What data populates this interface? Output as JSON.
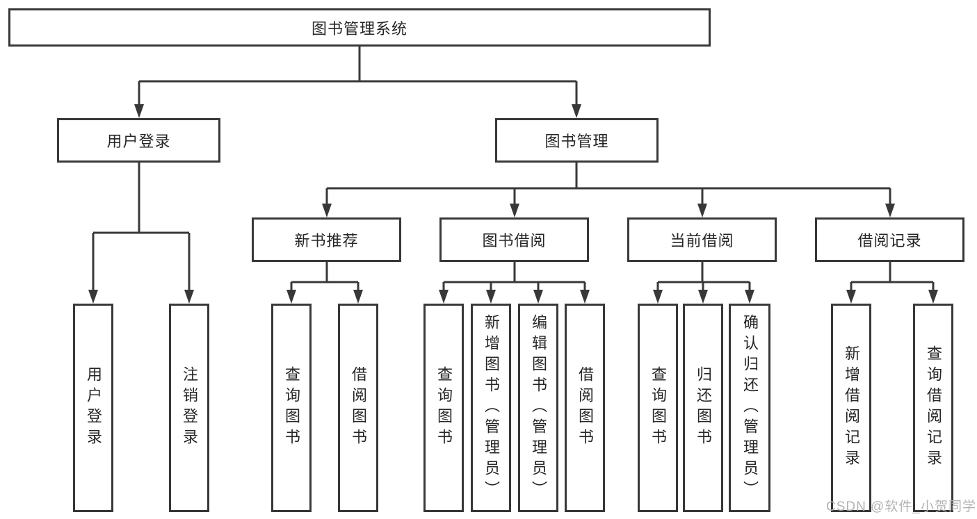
{
  "tree": {
    "label": "图书管理系统",
    "children": [
      {
        "label": "用户登录",
        "children": [
          {
            "label": "用户登录"
          },
          {
            "label": "注销登录"
          }
        ]
      },
      {
        "label": "图书管理",
        "children": [
          {
            "label": "新书推荐",
            "children": [
              {
                "label": "查询图书"
              },
              {
                "label": "借阅图书"
              }
            ]
          },
          {
            "label": "图书借阅",
            "children": [
              {
                "label": "查询图书"
              },
              {
                "label": "新增图书（管理员）"
              },
              {
                "label": "编辑图书（管理员）"
              },
              {
                "label": "借阅图书"
              }
            ]
          },
          {
            "label": "当前借阅",
            "children": [
              {
                "label": "查询图书"
              },
              {
                "label": "归还图书"
              },
              {
                "label": "确认归还（管理员）"
              }
            ]
          },
          {
            "label": "借阅记录",
            "children": [
              {
                "label": "新增借阅记录"
              },
              {
                "label": "查询借阅记录"
              }
            ]
          }
        ]
      }
    ]
  },
  "watermark": {
    "text": "CSDN @软件_小贺同学"
  },
  "colors": {
    "line": "#383838",
    "box_border": "#383838",
    "text": "#262626",
    "watermark": "#b3b3b3",
    "background": "#ffffff"
  }
}
